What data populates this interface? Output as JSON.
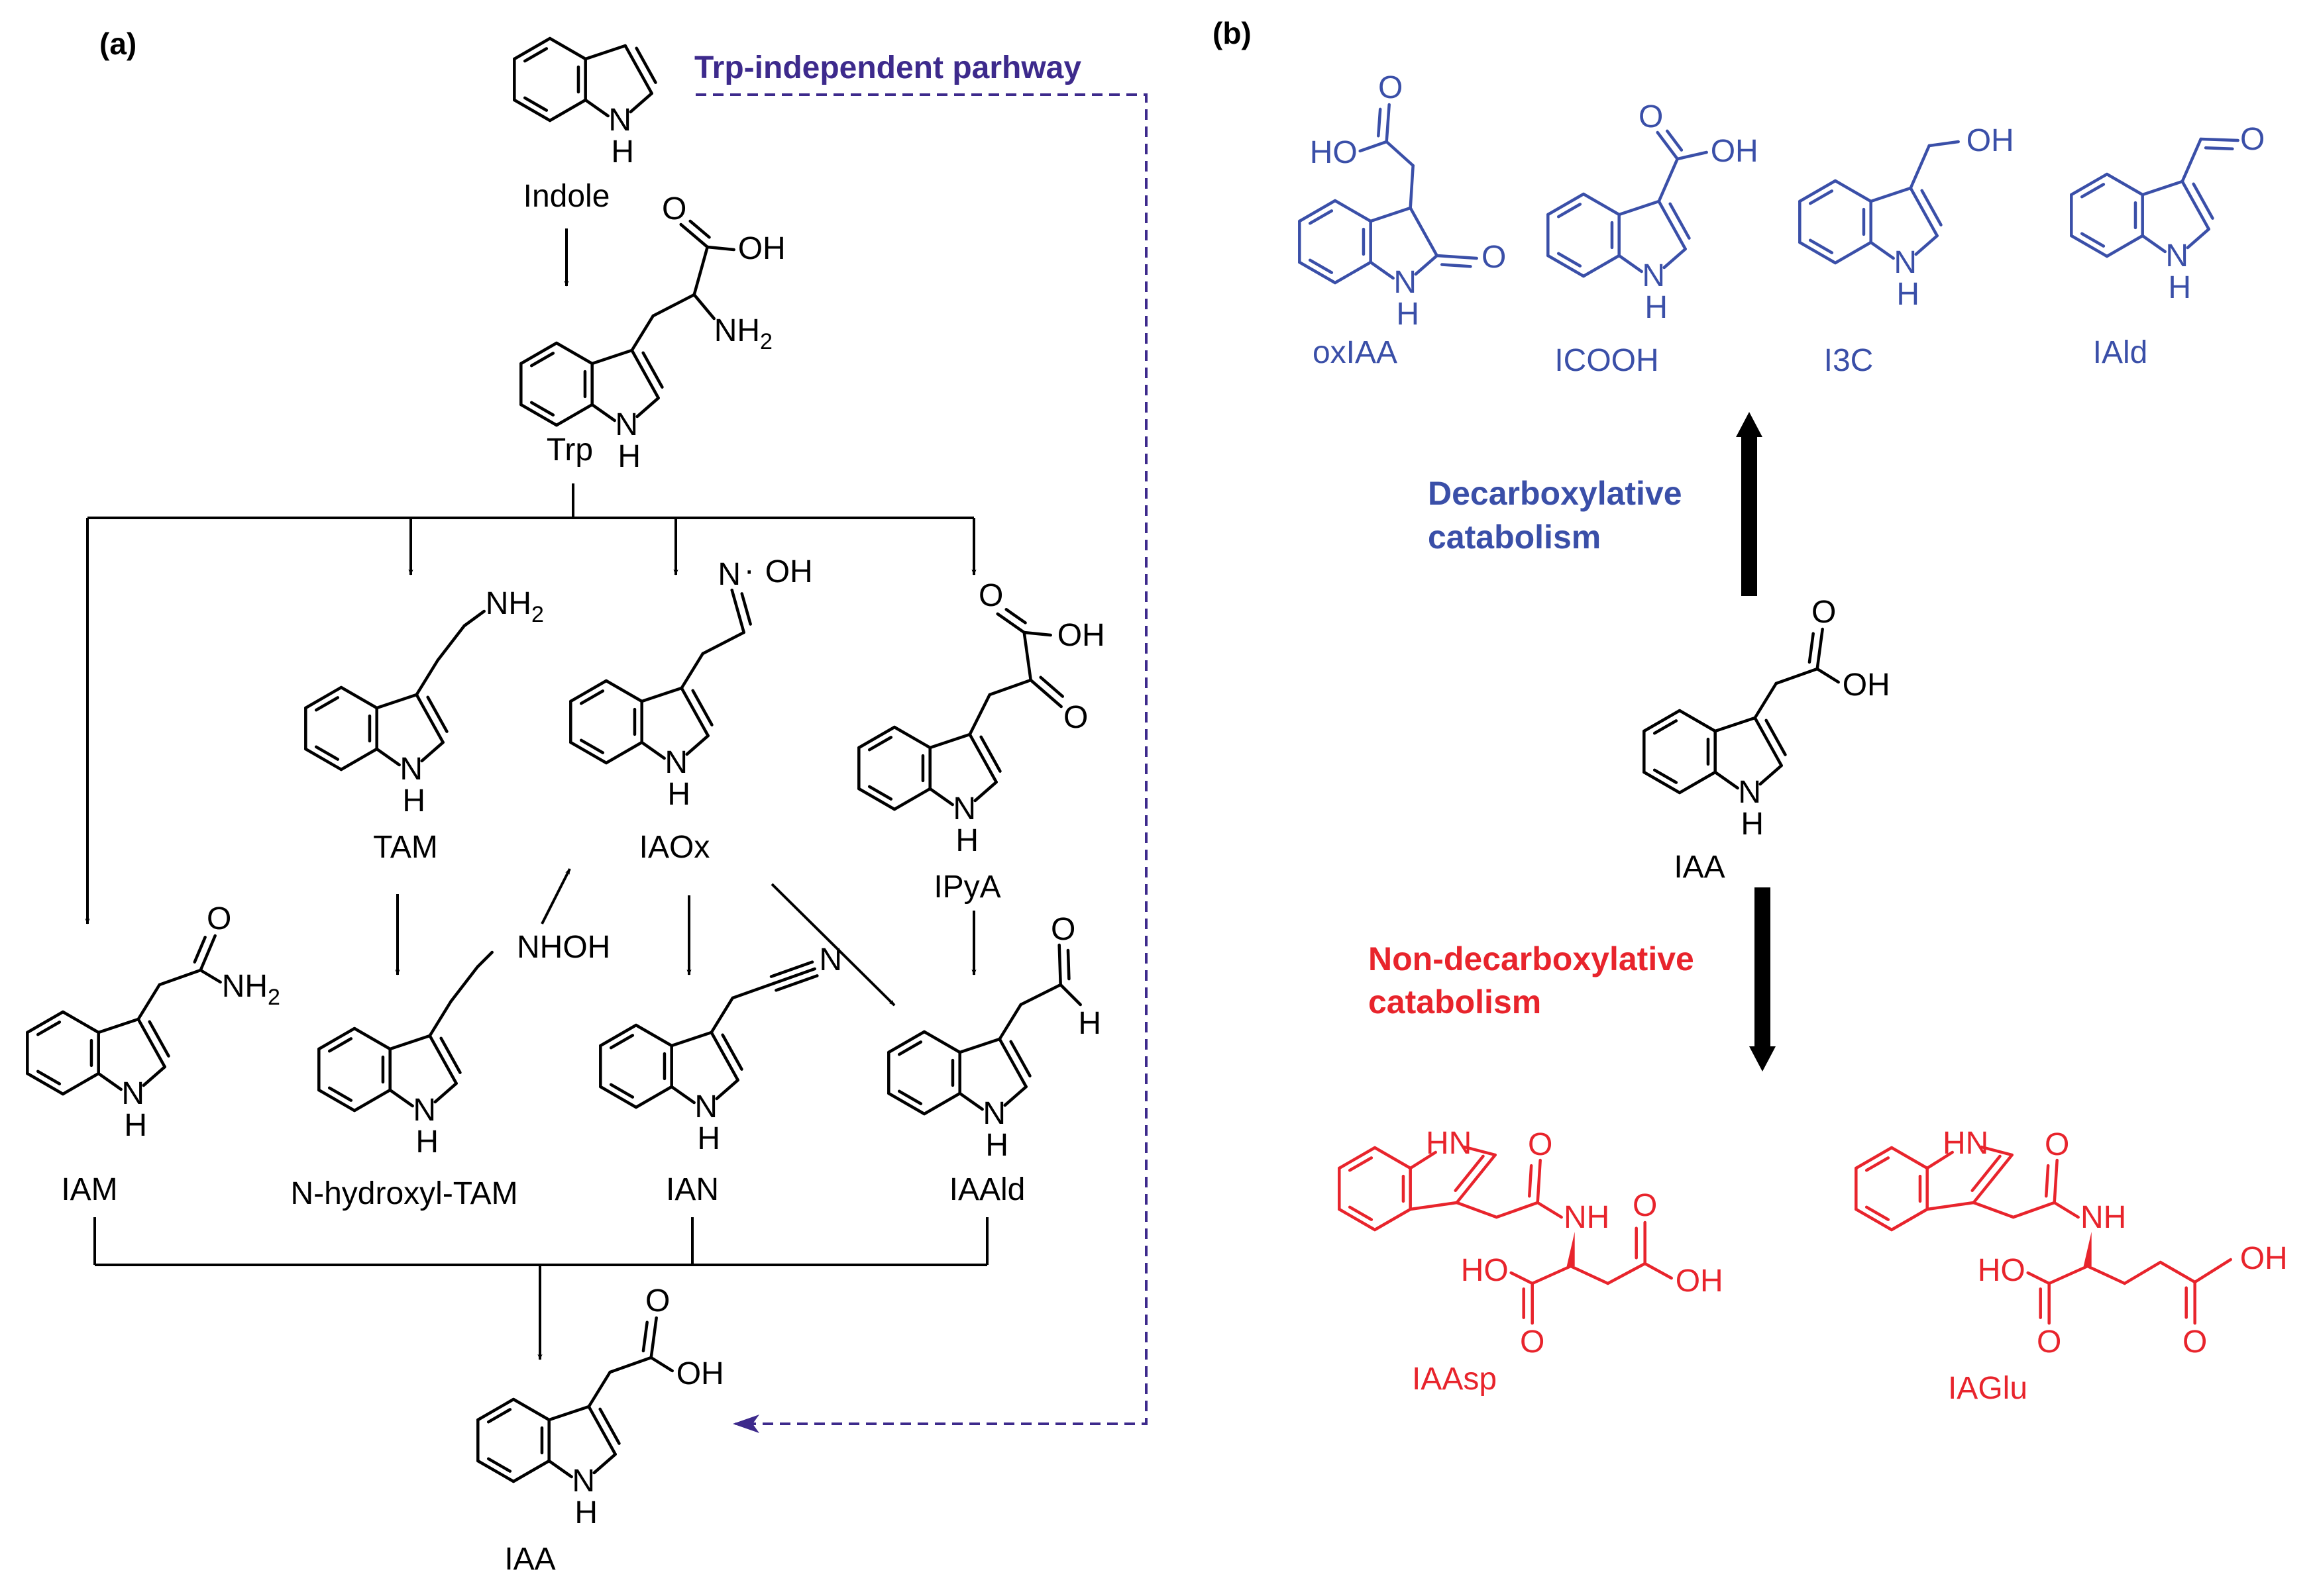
{
  "panels": {
    "a": "(a)",
    "b": "(b)"
  },
  "pathway_label": "Trp-independent parhway",
  "compounds_a": {
    "indole": "Indole",
    "trp": "Trp",
    "tam": "TAM",
    "iaox": "IAOx",
    "ipya": "IPyA",
    "iam": "IAM",
    "nhydroxyl_tam": "N-hydroxyl-TAM",
    "ian": "IAN",
    "iaald": "IAAld",
    "iaa": "IAA"
  },
  "compounds_b": {
    "oxiaa": "oxIAA",
    "icooh": "ICOOH",
    "i3c": "I3C",
    "iald": "IAld",
    "iaa": "IAA",
    "iaasp": "IAAsp",
    "iaglu": "IAGlu"
  },
  "process_labels": {
    "decarbox_line1": "Decarboxylative",
    "decarbox_line2": "catabolism",
    "nondecarbox_line1": "Non-decarboxylative",
    "nondecarbox_line2": "catabolism"
  },
  "atoms": {
    "H": "H",
    "N": "N",
    "O": "O",
    "OH": "OH",
    "HO": "HO",
    "NH2": "NH",
    "sub2": "2",
    "NHOH": "NHOH",
    "NH": "NH",
    "HN": "HN",
    "NOH": "OH"
  },
  "colors": {
    "black": "#000000",
    "blue": "#3a4fa8",
    "red": "#e8242c",
    "purple": "#3d2a8c"
  }
}
